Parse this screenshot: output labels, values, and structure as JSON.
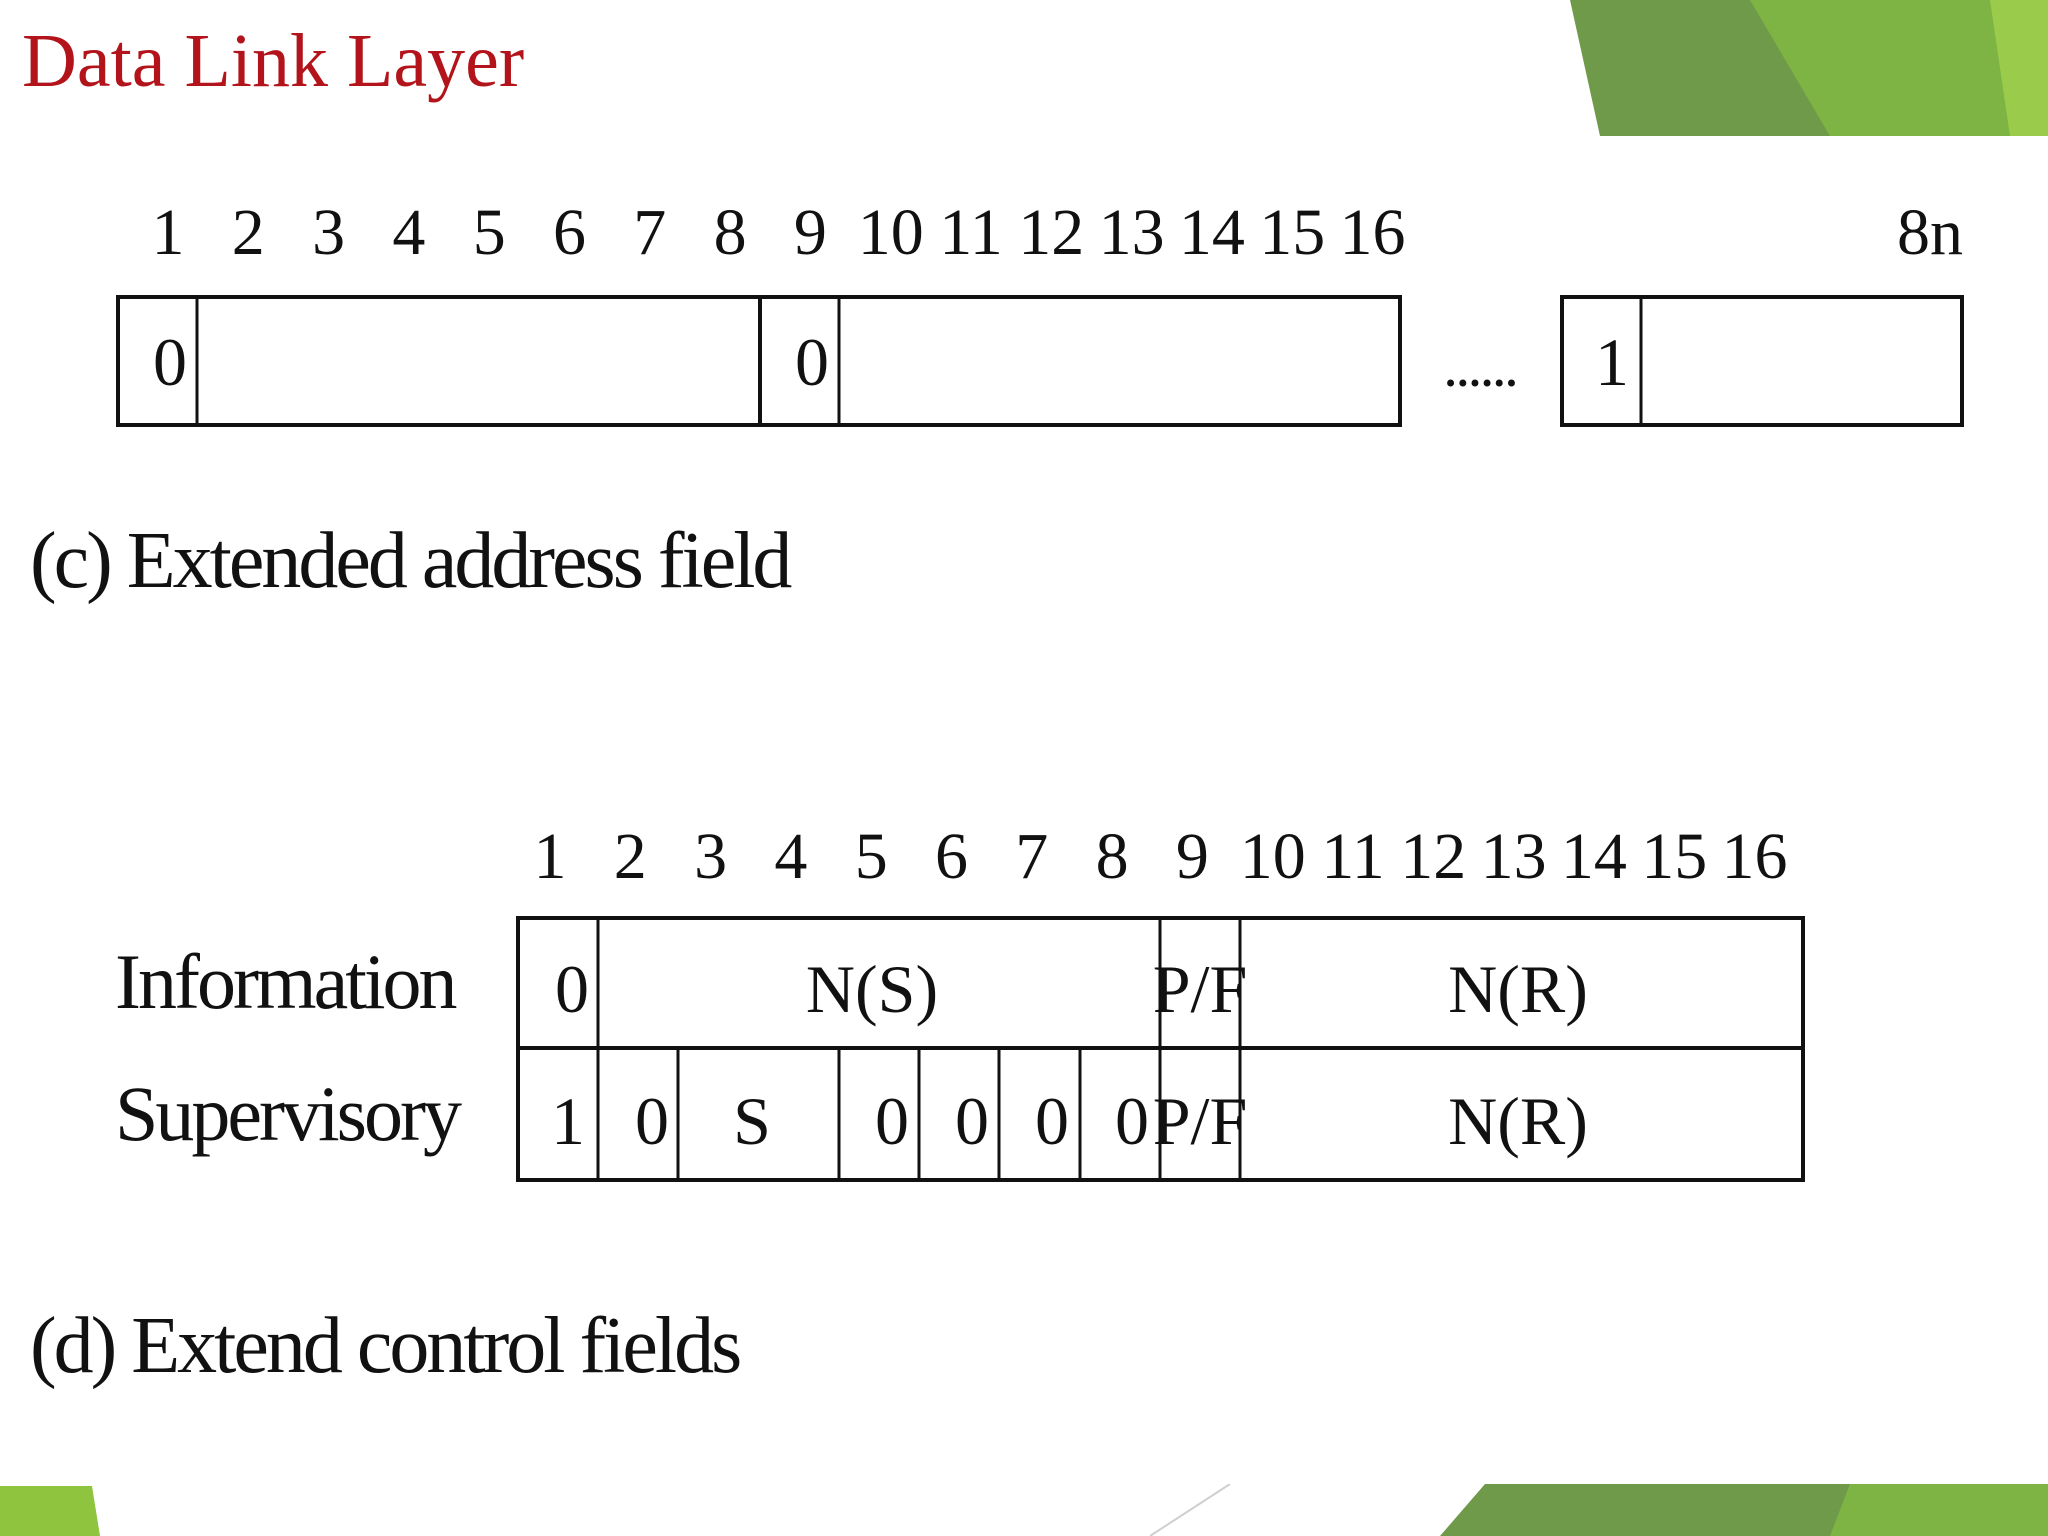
{
  "slide": {
    "title": "Data Link Layer"
  },
  "colors": {
    "title": "#b3141b",
    "accent_green": "#7ab648",
    "accent_dark_green": "#5f8f3a"
  },
  "extended_address": {
    "bit_numbers": [
      "1",
      "2",
      "3",
      "4",
      "5",
      "6",
      "7",
      "8",
      "9",
      "10",
      "11",
      "12",
      "13",
      "14",
      "15",
      "16"
    ],
    "last_bit_label": "8n",
    "cells": [
      "0",
      "0",
      "1"
    ],
    "ellipsis": "••••••",
    "caption": "(c) Extended address field"
  },
  "extended_control": {
    "bit_numbers": [
      "1",
      "2",
      "3",
      "4",
      "5",
      "6",
      "7",
      "8",
      "9",
      "10",
      "11",
      "12",
      "13",
      "14",
      "15",
      "16"
    ],
    "information": {
      "label": "Information",
      "cells": [
        "0",
        "N(S)",
        "P/F",
        "N(R)"
      ]
    },
    "supervisory": {
      "label": "Supervisory",
      "cells": [
        "1",
        "0",
        "S",
        "0",
        "0",
        "0",
        "0",
        "P/F",
        "N(R)"
      ]
    },
    "caption": "(d) Extend control fields"
  }
}
